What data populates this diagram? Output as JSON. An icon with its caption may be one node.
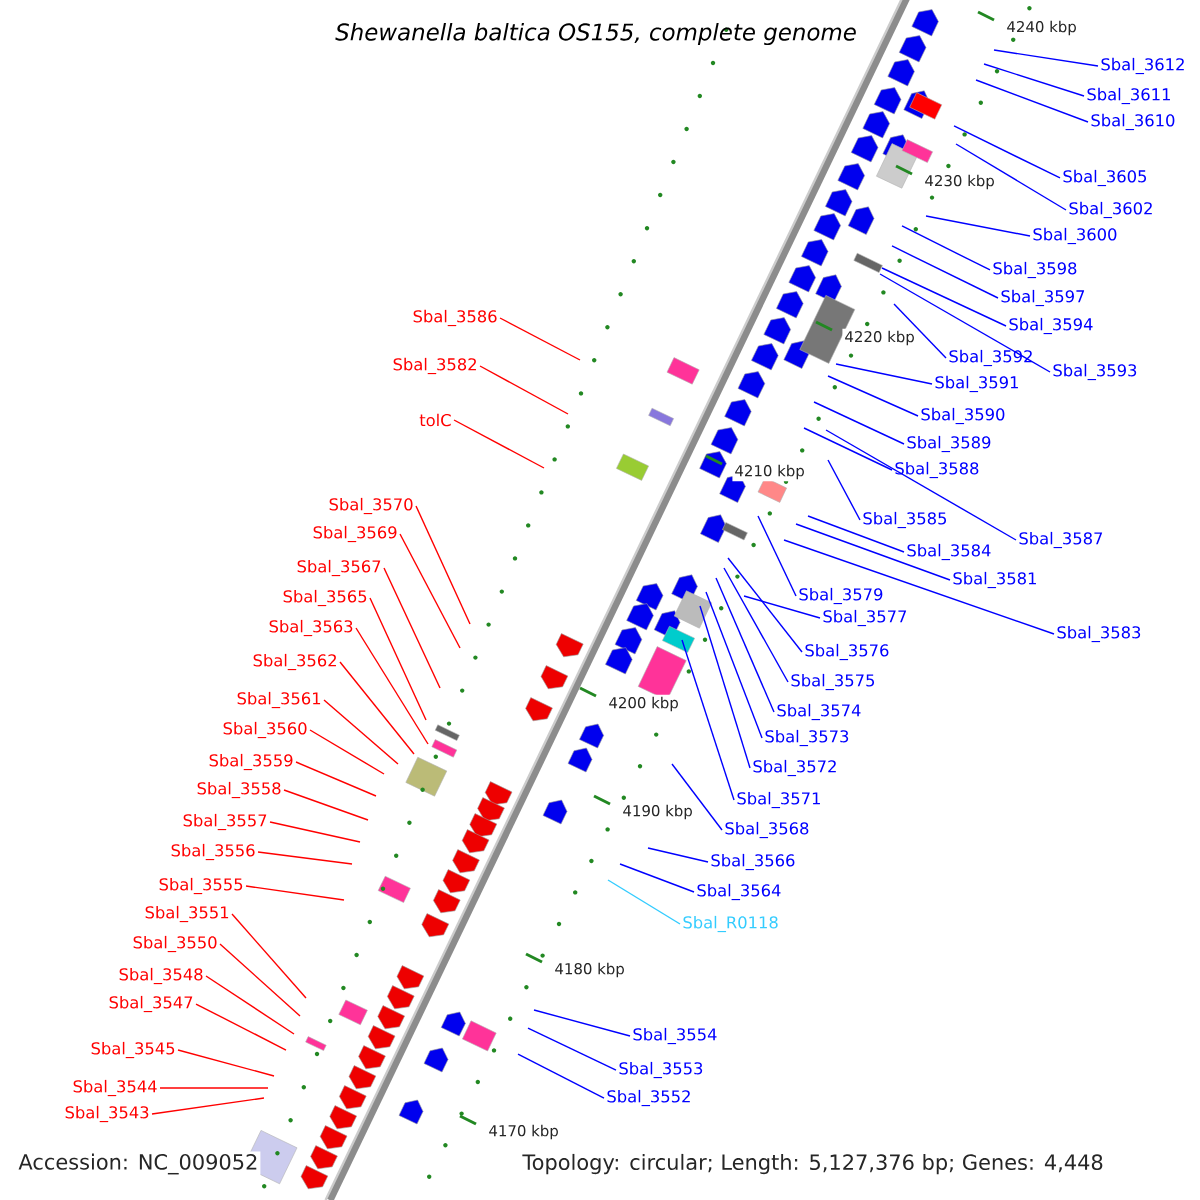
{
  "diagram": {
    "title": "Shewanella baltica OS155, complete genome",
    "nodes": [
      {
        "text": [
          "Sbal_3612"
        ]
      },
      {
        "text": [
          "Sbal_3611"
        ]
      },
      {
        "text": [
          "Sbal_3610"
        ]
      },
      {
        "text": [
          "Sbal_3605"
        ]
      },
      {
        "text": [
          "Sbal_3602"
        ]
      },
      {
        "text": [
          "Sbal_3600"
        ]
      },
      {
        "text": [
          "Sbal_3598"
        ]
      },
      {
        "text": [
          "Sbal_3597"
        ]
      },
      {
        "text": [
          "Sbal_3594"
        ]
      },
      {
        "text": [
          "Sbal_3592"
        ]
      },
      {
        "text": [
          "Sbal_3593"
        ]
      },
      {
        "text": [
          "Sbal_3591"
        ]
      },
      {
        "text": [
          "Sbal_3590"
        ]
      },
      {
        "text": [
          "Sbal_3589"
        ]
      },
      {
        "text": [
          "Sbal_3588"
        ]
      },
      {
        "text": [
          "Sbal_3585"
        ]
      },
      {
        "text": [
          "Sbal_3587"
        ]
      },
      {
        "text": [
          "Sbal_3584"
        ]
      },
      {
        "text": [
          "Sbal_3579"
        ]
      },
      {
        "text": [
          "Sbal_3581"
        ]
      },
      {
        "text": [
          "Sbal_3577"
        ]
      },
      {
        "text": [
          "Sbal_3583"
        ]
      },
      {
        "text": [
          "Sbal_3576"
        ]
      },
      {
        "text": [
          "Sbal_3575"
        ]
      },
      {
        "text": [
          "Sbal_3574"
        ]
      },
      {
        "text": [
          "Sbal_3573"
        ]
      },
      {
        "text": [
          "Sbal_3572"
        ]
      },
      {
        "text": [
          "Sbal_3571"
        ]
      },
      {
        "text": [
          "Sbal_3568"
        ]
      },
      {
        "text": [
          "Sbal_3566"
        ]
      },
      {
        "text": [
          "Sbal_3564"
        ]
      },
      {
        "text": [
          "Sbal_R0118"
        ]
      },
      {
        "text": [
          "Sbal_3554"
        ]
      },
      {
        "text": [
          "Sbal_3553"
        ]
      },
      {
        "text": [
          "Sbal_3552"
        ]
      },
      {
        "text": [
          "Sbal_3586"
        ]
      },
      {
        "text": [
          "Sbal_3582"
        ]
      },
      {
        "text": [
          "tolC"
        ]
      },
      {
        "text": [
          "Sbal_3570"
        ]
      },
      {
        "text": [
          "Sbal_3569"
        ]
      },
      {
        "text": [
          "Sbal_3567"
        ]
      },
      {
        "text": [
          "Sbal_3565"
        ]
      },
      {
        "text": [
          "Sbal_3563"
        ]
      },
      {
        "text": [
          "Sbal_3562"
        ]
      },
      {
        "text": [
          "Sbal_3561"
        ]
      },
      {
        "text": [
          "Sbal_3560"
        ]
      },
      {
        "text": [
          "Sbal_3559"
        ]
      },
      {
        "text": [
          "Sbal_3558"
        ]
      },
      {
        "text": [
          "Sbal_3557"
        ]
      },
      {
        "text": [
          "Sbal_3556"
        ]
      },
      {
        "text": [
          "Sbal_3555"
        ]
      },
      {
        "text": [
          "Sbal_3551"
        ]
      },
      {
        "text": [
          "Sbal_3550"
        ]
      },
      {
        "text": [
          "Sbal_3548"
        ]
      },
      {
        "text": [
          "Sbal_3547"
        ]
      },
      {
        "text": [
          "Sbal_3545"
        ]
      },
      {
        "text": [
          "Sbal_3544"
        ]
      },
      {
        "text": [
          "Sbal_3543"
        ]
      }
    ],
    "edges": [
      {
        "from": 0,
        "to": null,
        "arrow": "none"
      },
      {
        "from": 1,
        "to": null,
        "arrow": "none"
      },
      {
        "from": 2,
        "to": null,
        "arrow": "none"
      },
      {
        "from": 3,
        "to": null,
        "arrow": "none"
      },
      {
        "from": 4,
        "to": null,
        "arrow": "none"
      },
      {
        "from": 5,
        "to": null,
        "arrow": "none"
      },
      {
        "from": 6,
        "to": null,
        "arrow": "none"
      },
      {
        "from": 7,
        "to": null,
        "arrow": "none"
      },
      {
        "from": 8,
        "to": null,
        "arrow": "none"
      },
      {
        "from": 9,
        "to": null,
        "arrow": "none"
      },
      {
        "from": 10,
        "to": null,
        "arrow": "none"
      },
      {
        "from": 11,
        "to": null,
        "arrow": "none"
      },
      {
        "from": 12,
        "to": null,
        "arrow": "none"
      },
      {
        "from": 13,
        "to": null,
        "arrow": "none"
      },
      {
        "from": 14,
        "to": null,
        "arrow": "none"
      },
      {
        "from": 15,
        "to": null,
        "arrow": "none"
      },
      {
        "from": 16,
        "to": null,
        "arrow": "none"
      },
      {
        "from": 17,
        "to": null,
        "arrow": "none"
      },
      {
        "from": 18,
        "to": null,
        "arrow": "none"
      },
      {
        "from": 19,
        "to": null,
        "arrow": "none"
      },
      {
        "from": 20,
        "to": null,
        "arrow": "none"
      },
      {
        "from": 21,
        "to": null,
        "arrow": "none"
      },
      {
        "from": 22,
        "to": null,
        "arrow": "none"
      },
      {
        "from": 23,
        "to": null,
        "arrow": "none"
      },
      {
        "from": 24,
        "to": null,
        "arrow": "none"
      },
      {
        "from": 25,
        "to": null,
        "arrow": "none"
      },
      {
        "from": 26,
        "to": null,
        "arrow": "none"
      },
      {
        "from": 27,
        "to": null,
        "arrow": "none"
      },
      {
        "from": 28,
        "to": null,
        "arrow": "none"
      },
      {
        "from": 29,
        "to": null,
        "arrow": "none"
      },
      {
        "from": 30,
        "to": null,
        "arrow": "none"
      },
      {
        "from": 31,
        "to": null,
        "arrow": "none",
        "color": "#33ccff"
      },
      {
        "from": 32,
        "to": null,
        "arrow": "none"
      },
      {
        "from": 33,
        "to": null,
        "arrow": "none"
      },
      {
        "from": 34,
        "to": null,
        "arrow": "none"
      },
      {
        "from": 35,
        "to": null,
        "arrow": "none",
        "color": "#ff0000"
      },
      {
        "from": 36,
        "to": null,
        "arrow": "none",
        "color": "#ff0000"
      },
      {
        "from": 37,
        "to": null,
        "arrow": "none",
        "color": "#ff0000"
      },
      {
        "from": 38,
        "to": null,
        "arrow": "none",
        "color": "#ff0000"
      },
      {
        "from": 39,
        "to": null,
        "arrow": "none",
        "color": "#ff0000"
      },
      {
        "from": 40,
        "to": null,
        "arrow": "none",
        "color": "#ff0000"
      },
      {
        "from": 41,
        "to": null,
        "arrow": "none",
        "color": "#ff0000"
      },
      {
        "from": 42,
        "to": null,
        "arrow": "none",
        "color": "#ff0000"
      },
      {
        "from": 43,
        "to": null,
        "arrow": "none",
        "color": "#ff0000"
      },
      {
        "from": 44,
        "to": null,
        "arrow": "none",
        "color": "#ff0000"
      },
      {
        "from": 45,
        "to": null,
        "arrow": "none",
        "color": "#ff0000"
      },
      {
        "from": 46,
        "to": null,
        "arrow": "none",
        "color": "#ff0000"
      },
      {
        "from": 47,
        "to": null,
        "arrow": "none",
        "color": "#ff0000"
      },
      {
        "from": 48,
        "to": null,
        "arrow": "none",
        "color": "#ff0000"
      },
      {
        "from": 49,
        "to": null,
        "arrow": "none",
        "color": "#ff0000"
      },
      {
        "from": 50,
        "to": null,
        "arrow": "none",
        "color": "#ff0000"
      },
      {
        "from": 51,
        "to": null,
        "arrow": "none",
        "color": "#ff0000"
      },
      {
        "from": 52,
        "to": null,
        "arrow": "none",
        "color": "#ff0000"
      },
      {
        "from": 53,
        "to": null,
        "arrow": "none",
        "color": "#ff0000"
      },
      {
        "from": 54,
        "to": null,
        "arrow": "none",
        "color": "#ff0000"
      },
      {
        "from": 55,
        "to": null,
        "arrow": "none",
        "color": "#ff0000"
      },
      {
        "from": 56,
        "to": null,
        "arrow": "none",
        "color": "#ff0000"
      },
      {
        "from": 57,
        "to": null,
        "arrow": "none",
        "color": "#ff0000"
      }
    ],
    "labels": [
      "4240 kbp",
      "4230 kbp",
      "4220 kbp",
      "4210 kbp",
      "4200 kbp",
      "4190 kbp",
      "4180 kbp",
      "4170 kbp",
      "Accession: NC_009052",
      "Topology: circular; Length: 5,127,376 bp; Genes: 4,448"
    ]
  }
}
